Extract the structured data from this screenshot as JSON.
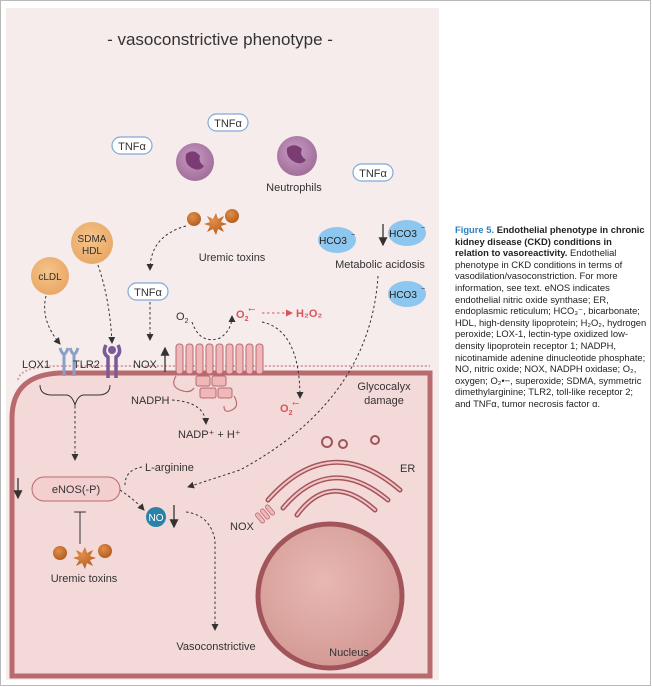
{
  "diagram": {
    "title": "- vasoconstrictive phenotype -",
    "labels": {
      "tnf": "TNFα",
      "neutrophils": "Neutrophils",
      "uremic_toxins_top": "Uremic toxins",
      "uremic_toxins_bottom": "Uremic toxins",
      "metabolic_acidosis": "Metabolic acidosis",
      "hco3": "HCO3",
      "hco3_sup": "−",
      "sdma": "SDMA",
      "hdl": "HDL",
      "cldl": "cLDL",
      "lox1": "LOX1",
      "tlr2": "TLR2",
      "nox": "NOX",
      "nox_er": "NOX",
      "o2": "O",
      "o2_sub": "2",
      "superoxide": "O",
      "superoxide_sub": "2",
      "superoxide_sup": "•−",
      "h2o2": "H₂O₂",
      "nadph": "NADPH",
      "nadp": "NADP⁺ + H⁺",
      "glycocalyx": "Glycocalyx",
      "damage": "damage",
      "er": "ER",
      "l_arginine": "L-arginine",
      "enos": "eNOS(-P)",
      "no": "NO",
      "vasoconstrictive": "Vasoconstrictive",
      "nucleus": "Nucleus"
    },
    "colors": {
      "background": "#f6eceb",
      "cell": "#f3d9d8",
      "membrane": "#b96a6f",
      "pink_label": "#d9535b",
      "blue_bubble": "#8dc6ee",
      "toxin": "#c8702c",
      "neutrophil": "#b07aa8",
      "nucleus": "#dba6a2",
      "no_circle": "#2b82a8"
    }
  },
  "caption": {
    "figure": "Figure 5.",
    "title": "Endothelial phenotype in chronic kidney disease (CKD) conditions in relation to vasoreactivity.",
    "body": "Endothelial phenotype in CKD conditions in terms of vasodilation/vasoconstriction. For more information, see text. eNOS indicates endothelial nitric oxide synthase; ER, endoplasmic reticulum; HCO₃⁻, bicarbonate; HDL, high-density lipoprotein; H₂O₂, hydrogen peroxide; LOX-1, lectin-type oxidized low-density lipoprotein receptor 1; NADPH, nicotinamide adenine dinucleotide phosphate; NO, nitric oxide; NOX, NADPH oxidase; O₂, oxygen; O₂•−, superoxide; SDMA, symmetric dimethylarginine; TLR2, toll-like receptor 2; and TNFα, tumor necrosis factor α."
  }
}
